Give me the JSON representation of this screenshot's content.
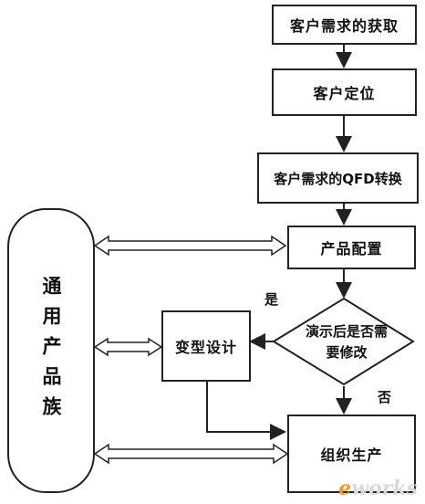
{
  "nodes": {
    "acquire": "客户需求的获取",
    "position": "客户定位",
    "qfd": "客户需求的QFD转换",
    "config": "产品配置",
    "decision": [
      "演示后是否需",
      "要修改"
    ],
    "variant": "变型设计",
    "production": "组织生产",
    "family": "通用产品族"
  },
  "edge_labels": {
    "yes": "是",
    "no": "否"
  },
  "watermark": {
    "prefix": "e",
    "suffix": "works"
  }
}
